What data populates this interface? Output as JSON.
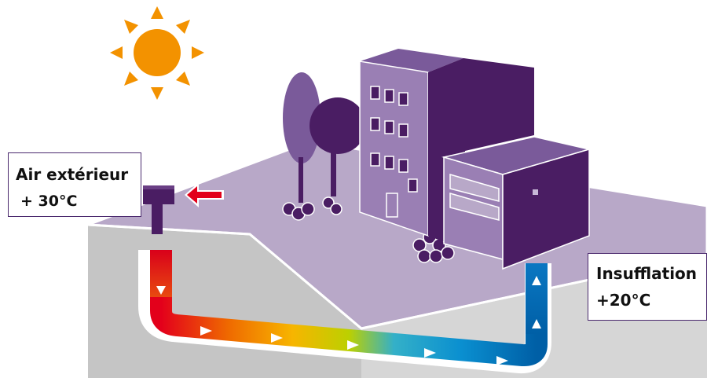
{
  "diagram": {
    "inlet_label": {
      "title": "Air extérieur",
      "temperature": "+ 30°C"
    },
    "outlet_label": {
      "title": "Insufflation",
      "temperature": "+20°C"
    }
  },
  "colors": {
    "sun": "#f39200",
    "ground_top": "#b7a6c6",
    "ground_side": "#cfcfcf",
    "building_front": "#9a7fb4",
    "building_side": "#4a1d63",
    "building_top": "#7a5a9a",
    "pipe_hot": "#e3001b",
    "pipe_warm": "#f7a800",
    "pipe_mid": "#c8d400",
    "pipe_cool": "#0096d6",
    "pipe_cold": "#0060a8",
    "arrow_red": "#e2001a"
  }
}
